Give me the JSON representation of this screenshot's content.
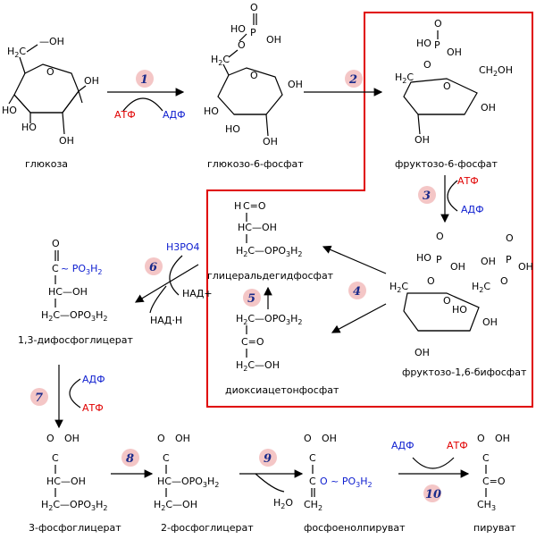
{
  "labels": {
    "glucose": "глюкоза",
    "g6p": "глюкозо-6-фосфат",
    "f6p": "фруктозо-6-фосфат",
    "f16bp": "фруктозо-1,6-бифосфат",
    "gap": "глицеральдегидфосфат",
    "dhap": "диоксиацетонфосфат",
    "bpg13": "1,3-дифосфоглицерат",
    "pg3": "3-фосфоглицерат",
    "pg2": "2-фосфоглицерат",
    "pep": "фосфоенолпируват",
    "pyruvate": "пируват"
  },
  "steps": [
    "1",
    "2",
    "3",
    "4",
    "5",
    "6",
    "7",
    "8",
    "9",
    "10"
  ],
  "cofactors": {
    "atp": "АТФ",
    "adp": "АДФ",
    "h3po4": "H3PO4",
    "nad": "НАД+",
    "nadh": "НАД·Н",
    "h2o": "H2O"
  },
  "colors": {
    "atp": "#e00000",
    "adp": "#1020d0",
    "box": "#e00000",
    "step_circle": "#f4c6c6"
  }
}
